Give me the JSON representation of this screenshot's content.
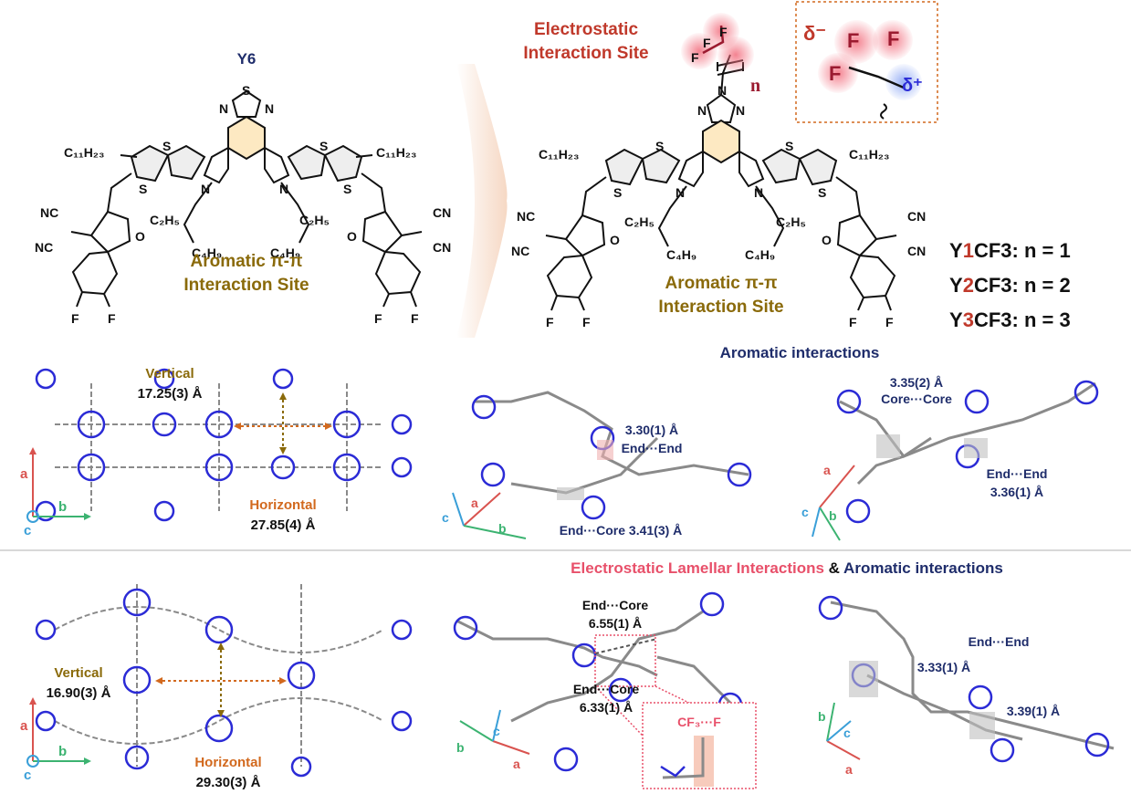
{
  "colors": {
    "navy": "#1f2d6b",
    "olive": "#8a6a0a",
    "red_brown": "#c0392b",
    "pink": "#e8506a",
    "dark": "#111111",
    "blue_mol": "#2b2bd6",
    "grey_mol": "#8a8a8a",
    "orange_arrow": "#d2691e",
    "gold_arrow": "#8a6a0a",
    "axis_red": "#d9534f",
    "axis_green": "#3cb371",
    "axis_blue": "#3a9fd8"
  },
  "top": {
    "y6_title": "Y6",
    "aromatic_label_1": "Aromatic π-π",
    "aromatic_label_2": "Interaction Site",
    "electrostatic_label_1": "Electrostatic",
    "electrostatic_label_2": "Interaction Site",
    "n_label": "n",
    "delta_minus": "δ⁻",
    "delta_plus": "δ⁺",
    "variants": [
      {
        "prefix": "Y",
        "num": "1",
        "suffix": "CF3: n = 1"
      },
      {
        "prefix": "Y",
        "num": "2",
        "suffix": "CF3: n = 2"
      },
      {
        "prefix": "Y",
        "num": "3",
        "suffix": "CF3: n = 3"
      }
    ],
    "chem_labels": {
      "alkyl_c11": "C₁₁H₂₃",
      "ethyl": "C₂H₅",
      "butyl": "C₄H₉",
      "nc": "NC",
      "cn": "CN",
      "o": "O",
      "f": "F",
      "n": "N",
      "s": "S"
    }
  },
  "middle": {
    "section_title": "Aromatic  interactions",
    "vertical_label": "Vertical",
    "vertical_value": "17.25(3) Å",
    "horizontal_label": "Horizontal",
    "horizontal_value": "27.85(4) Å",
    "d1_value": "3.30(1) Å",
    "d1_label": "End···End",
    "d2_text": "End···Core  3.41(3) Å",
    "d3_value": "3.35(2) Å",
    "d3_label": "Core···Core",
    "d4_label": "End···End",
    "d4_value": "3.36(1) Å"
  },
  "bottom": {
    "title_part1": "Electrostatic  Lamellar  Interactions",
    "title_part2": " & ",
    "title_part3": "Aromatic  interactions",
    "vertical_label": "Vertical",
    "vertical_value": "16.90(3) Å",
    "horizontal_label": "Horizontal",
    "horizontal_value": "29.30(3) Å",
    "e1_label": "End···Core",
    "e1_value": "6.55(1) Å",
    "e2_label": "End···Core",
    "e2_value": "6.33(1) Å",
    "inset_label": "CF₃···F",
    "f1_label": "End···End",
    "f1_value": "3.33(1) Å",
    "f2_value": "3.39(1) Å"
  },
  "axes": {
    "a": "a",
    "b": "b",
    "c": "c"
  }
}
